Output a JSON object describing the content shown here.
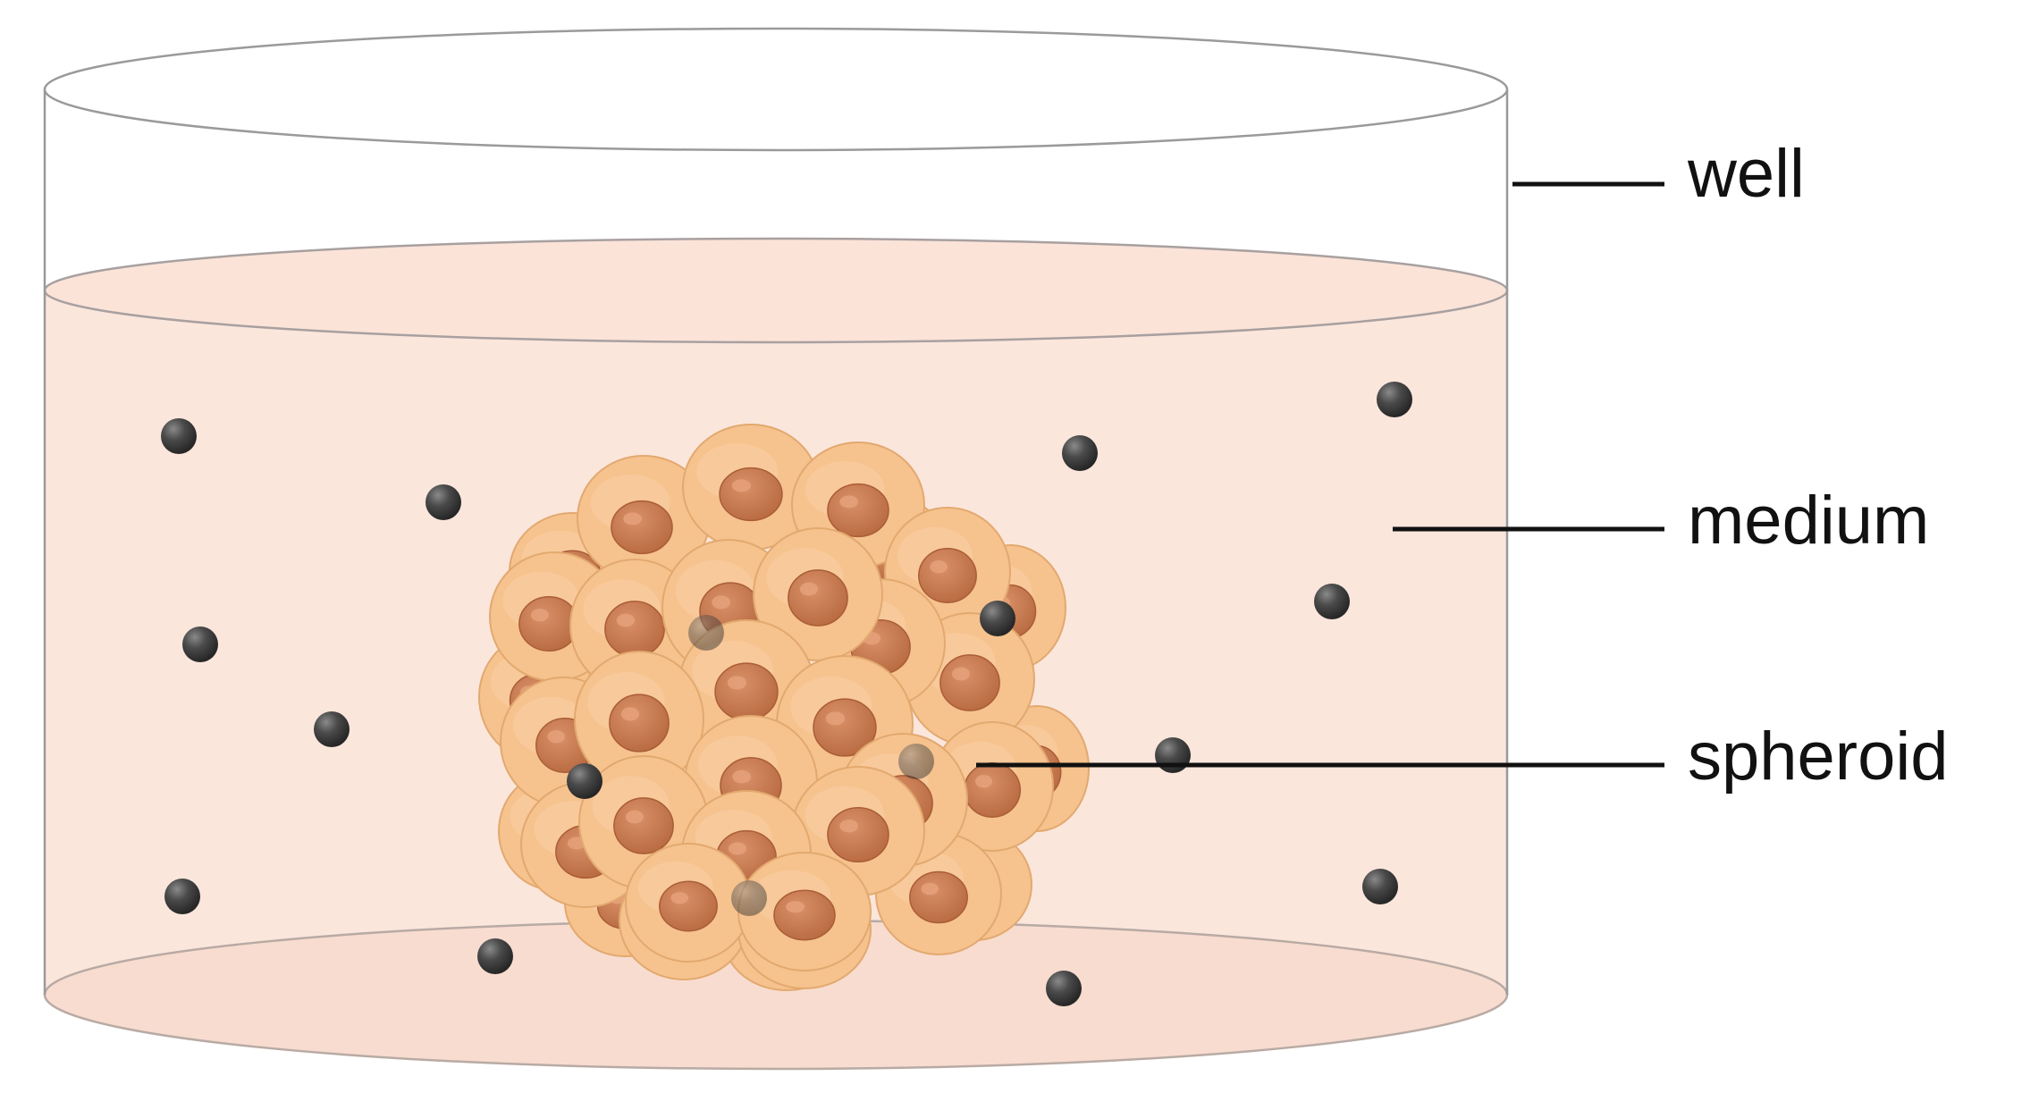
{
  "labels": {
    "well": "well",
    "medium": "medium",
    "spheroid": "spheroid"
  },
  "colors": {
    "medium_fill": "#fbe6dc",
    "well_outline": "#9a9a9a",
    "cell_body": "#f6c28e",
    "cell_outline": "#e2a96f",
    "nucleus": "#c97a4f",
    "bead": "#3d3d3d",
    "leader_line": "#111111"
  }
}
